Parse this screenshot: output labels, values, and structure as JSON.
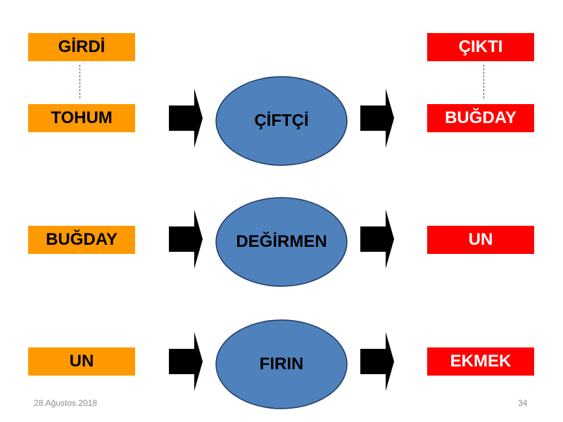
{
  "header": {
    "input_label": "GİRDİ",
    "output_label": "ÇIKTI"
  },
  "rows": [
    {
      "input": "TOHUM",
      "process": "ÇİFTÇİ",
      "output": "BUĞDAY"
    },
    {
      "input": "BUĞDAY",
      "process": "DEĞİRMEN",
      "output": "UN"
    },
    {
      "input": "UN",
      "process": "FIRIN",
      "output": "EKMEK"
    }
  ],
  "footer": {
    "date": "28.Ağustos.2018",
    "page_number": "34"
  },
  "colors": {
    "input_box": "#ff9900",
    "output_box": "#ff0000",
    "process_ellipse": "#4f81bd",
    "arrow": "#000000"
  }
}
